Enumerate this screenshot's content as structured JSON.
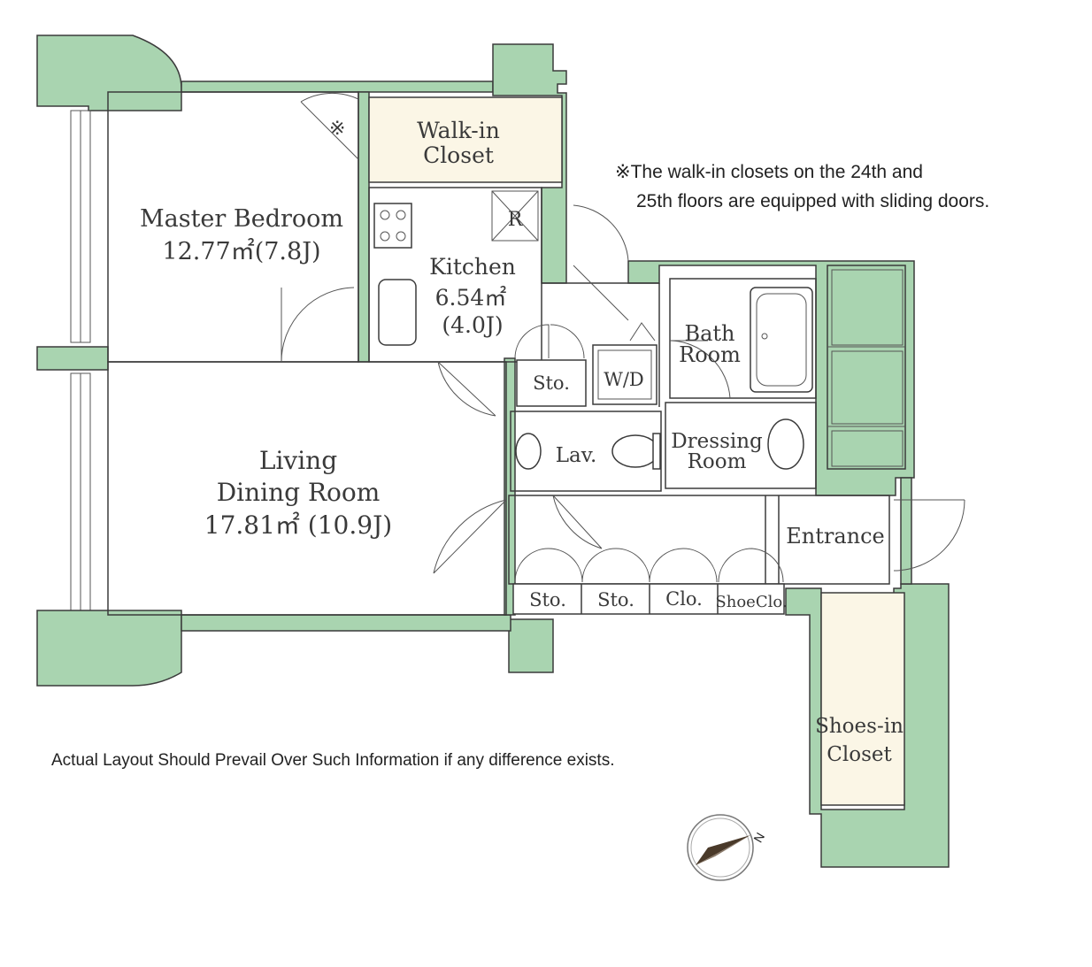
{
  "rooms": {
    "master_bedroom": {
      "name": "Master Bedroom",
      "area": "12.77㎡(7.8J)"
    },
    "walk_in_closet": {
      "line1": "Walk-in",
      "line2": "Closet",
      "mark": "※"
    },
    "kitchen": {
      "name": "Kitchen",
      "area": "6.54㎡",
      "jo": "(4.0J)",
      "fridge": "R"
    },
    "living": {
      "line1": "Living",
      "line2": "Dining Room",
      "area": "17.81㎡ (10.9J)"
    },
    "bath": {
      "line1": "Bath",
      "line2": "Room"
    },
    "dressing": {
      "line1": "Dressing",
      "line2": "Room"
    },
    "lav": "Lav.",
    "wd": "W/D",
    "sto_upper": "Sto.",
    "entrance": "Entrance",
    "sto_a": "Sto.",
    "sto_b": "Sto.",
    "clo": "Clo.",
    "shoe_clo": "ShoeClo.",
    "shoes_in_closet": {
      "line1": "Shoes-in",
      "line2": "Closet"
    }
  },
  "notes": {
    "sliding_line1": "※The walk-in closets on the 24th and",
    "sliding_line2": "25th floors are equipped with sliding doors.",
    "disclaimer": "Actual Layout Should Prevail Over Such Information if any difference exists."
  },
  "compass": {
    "north": "N"
  },
  "colors": {
    "wall": "#a9d4b0",
    "closet": "#fbf6e6",
    "line": "#3b3b3b"
  }
}
